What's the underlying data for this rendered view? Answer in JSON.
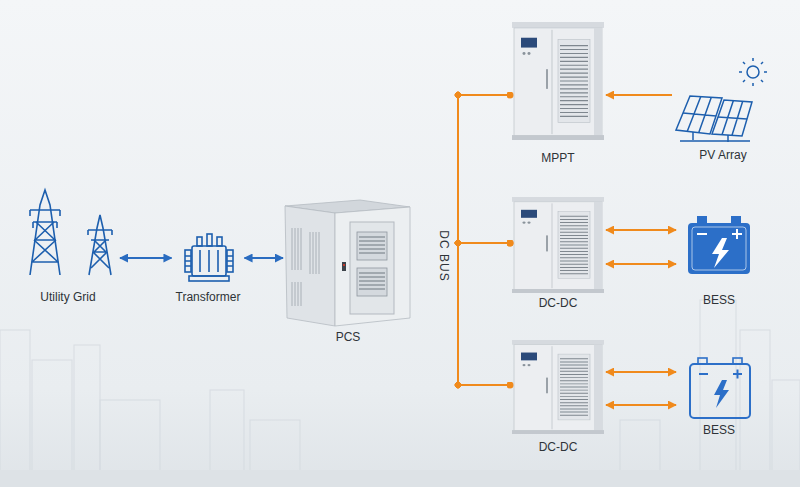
{
  "diagram": {
    "nodes": [
      {
        "text": [
          "Utility Grid"
        ]
      },
      {
        "text": [
          "Transformer"
        ]
      },
      {
        "text": [
          "PCS"
        ]
      },
      {
        "text": [
          "MPPT"
        ]
      },
      {
        "text": [
          "PV Array"
        ]
      },
      {
        "text": [
          "DC-DC"
        ]
      },
      {
        "text": [
          "BESS"
        ]
      },
      {
        "text": [
          "DC-DC"
        ]
      },
      {
        "text": [
          "BESS"
        ]
      }
    ],
    "edges": [
      {
        "from": 0,
        "to": 1,
        "arrow": "both"
      },
      {
        "from": 1,
        "to": 2,
        "arrow": "both"
      },
      {
        "from": 3,
        "to": 5,
        "arrow": "none"
      },
      {
        "from": 5,
        "to": 7,
        "arrow": "none"
      },
      {
        "from": 4,
        "to": 3,
        "arrow": "to"
      },
      {
        "from": 5,
        "to": 6,
        "arrow": "both"
      },
      {
        "from": 5,
        "to": 6,
        "arrow": "both"
      },
      {
        "from": 7,
        "to": 8,
        "arrow": "both"
      },
      {
        "from": 7,
        "to": 8,
        "arrow": "both"
      }
    ],
    "labels": [
      "DC BUS"
    ]
  }
}
